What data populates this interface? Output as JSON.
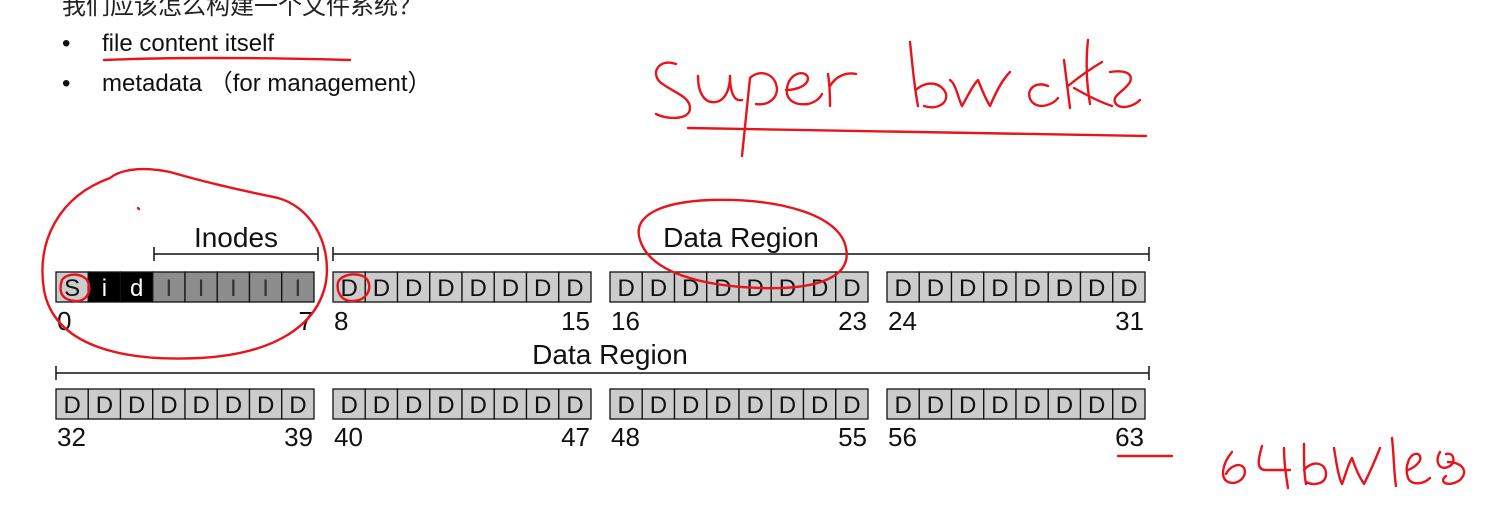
{
  "heading": "我们应该怎么构建一个文件系统？",
  "bullets": [
    {
      "marker": "•",
      "text": "file content itself"
    },
    {
      "marker": "•",
      "text": "metadata （for management）"
    }
  ],
  "diagram": {
    "row1_region_labels": {
      "inodes": "Inodes",
      "data": "Data Region"
    },
    "row2_region_label": "Data Region",
    "row1_blocks": [
      "S",
      "i",
      "d",
      "I",
      "I",
      "I",
      "I",
      "I",
      "D",
      "D",
      "D",
      "D",
      "D",
      "D",
      "D",
      "D",
      "D",
      "D",
      "D",
      "D",
      "D",
      "D",
      "D",
      "D",
      "D",
      "D",
      "D",
      "D",
      "D",
      "D",
      "D",
      "D"
    ],
    "row2_blocks": [
      "D",
      "D",
      "D",
      "D",
      "D",
      "D",
      "D",
      "D",
      "D",
      "D",
      "D",
      "D",
      "D",
      "D",
      "D",
      "D",
      "D",
      "D",
      "D",
      "D",
      "D",
      "D",
      "D",
      "D",
      "D",
      "D",
      "D",
      "D",
      "D",
      "D",
      "D",
      "D"
    ],
    "row1_index_labels": [
      {
        "left": "0",
        "right": "7"
      },
      {
        "left": "8",
        "right": "15"
      },
      {
        "left": "16",
        "right": "23"
      },
      {
        "left": "24",
        "right": "31"
      }
    ],
    "row2_index_labels": [
      {
        "left": "32",
        "right": "39"
      },
      {
        "left": "40",
        "right": "47"
      },
      {
        "left": "48",
        "right": "55"
      },
      {
        "left": "56",
        "right": "63"
      }
    ],
    "colors": {
      "superblock": "#000000",
      "bitmap": "#000000",
      "inode": "#8c8c8c",
      "data": "#cccccc",
      "annotation": "#e8141c"
    }
  },
  "annotations": {
    "handwriting_1": "super block",
    "handwriting_2": "64 blocks"
  }
}
